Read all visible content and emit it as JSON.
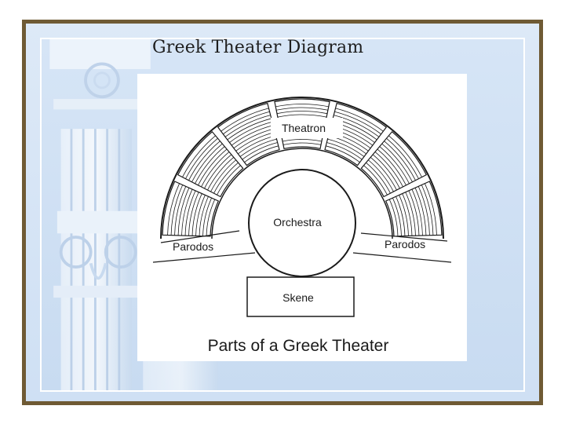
{
  "slide": {
    "title": "Greek Theater Diagram"
  },
  "diagram": {
    "caption": "Parts of a Greek Theater",
    "labels": {
      "theatron": "Theatron",
      "orchestra": "Orchestra",
      "parodos_left": "Parodos",
      "parodos_right": "Parodos",
      "skene": "Skene"
    }
  },
  "colors": {
    "frame_border": "#6f5a34",
    "slide_background": "#d6e5f6",
    "diagram_ink": "#1a1a1a"
  }
}
